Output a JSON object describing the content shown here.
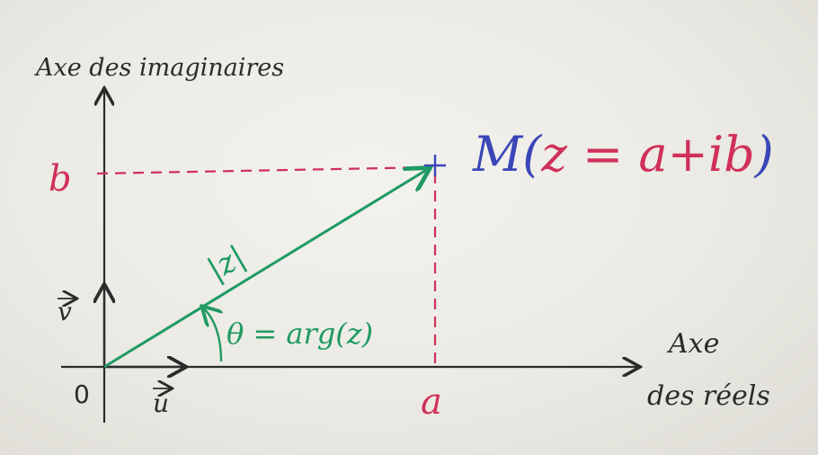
{
  "labels": {
    "y_axis": "Axe des imaginaires",
    "x_axis_line1": "Axe",
    "x_axis_line2": "des réels",
    "origin": "0",
    "vec_u": "u",
    "vec_v": "v",
    "point_b": "b",
    "point_a": "a",
    "modulus": "|z|",
    "argument": "θ = arg(z)",
    "point_M_open": "M(",
    "point_z": "z",
    "point_eq": " = ",
    "point_a_plus_ib": "a+ib",
    "point_close": ")"
  },
  "colors": {
    "ink_black": "#2b2b2b",
    "ink_red": "#d0305a",
    "ink_green": "#1f9a63",
    "ink_blue": "#3a46b8",
    "board": "#ecebe5"
  }
}
